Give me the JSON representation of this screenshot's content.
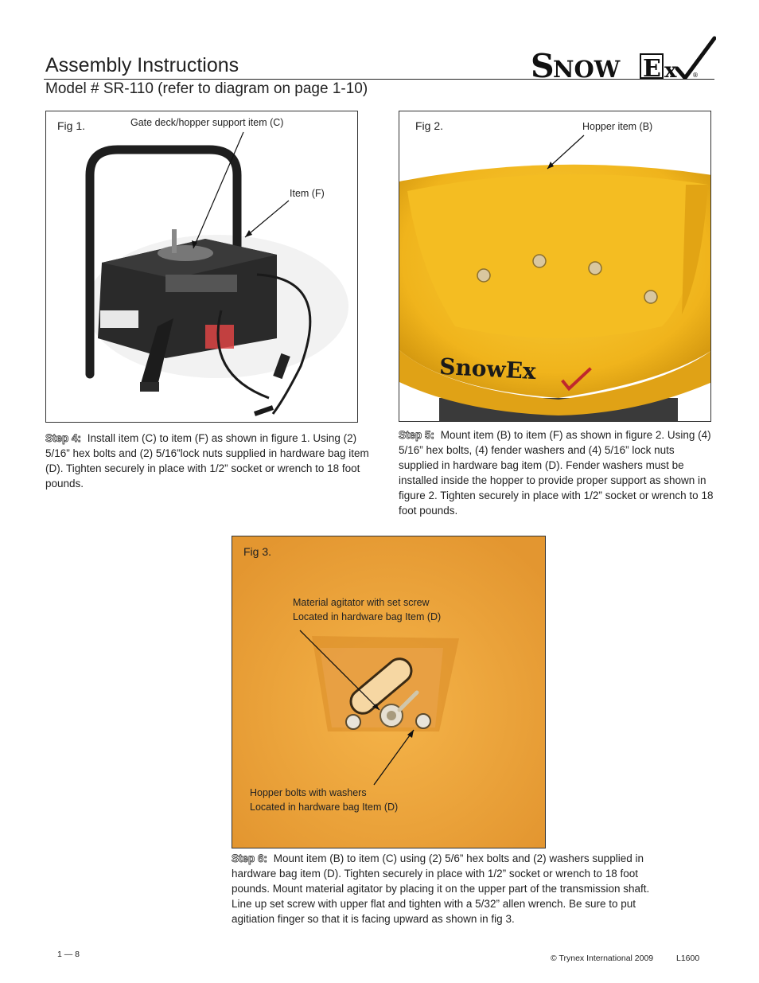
{
  "header": {
    "title": "Assembly Instructions",
    "subtitle": "Model # SR-110 (refer to diagram on page 1-10)",
    "logo_text": "SnowEx"
  },
  "fig1": {
    "label": "Fig 1.",
    "callout_top": "Gate deck/hopper support item (C)",
    "callout_right": "Item (F)"
  },
  "fig2": {
    "label": "Fig 2.",
    "callout": "Hopper item (B)",
    "brand_on_hopper": "SnowEx"
  },
  "fig3": {
    "label": "Fig 3.",
    "callout_top_line1": "Material agitator with set screw",
    "callout_top_line2": "Located in hardware bag Item (D)",
    "callout_bottom_line1": "Hopper bolts with washers",
    "callout_bottom_line2": "Located in hardware bag Item (D)"
  },
  "steps": {
    "step4_label": "Step 4:",
    "step4_text": "Install item (C) to item (F) as shown in figure 1.  Using (2) 5/16” hex bolts and (2) 5/16”lock nuts supplied in hardware bag item (D).  Tighten securely in place with 1/2” socket or wrench to 18 foot pounds.",
    "step5_label": "Step 5:",
    "step5_text": "Mount item (B) to item (F) as shown in figure 2.  Using (4) 5/16” hex bolts, (4) fender washers and (4) 5/16” lock nuts supplied in hardware bag item (D).  Fender washers must be installed inside the hopper to provide proper support as shown in figure 2.  Tighten securely in place with 1/2” socket or wrench to 18 foot pounds.",
    "step6_label": "Step 6:",
    "step6_text": "Mount item (B) to item (C) using (2) 5/6” hex bolts and (2) washers supplied in hardware bag item (D).  Tighten securely in place with 1/2” socket or wrench to 18 foot pounds.  Mount material agitator by placing it on the upper part of the transmission shaft.  Line up set screw with upper flat and tighten with a 5/32” allen wrench.  Be sure to put agitiation finger so that it is facing upward as shown in fig 3."
  },
  "footer": {
    "page_number": "1 — 8",
    "copyright": "© Trynex International 2009",
    "doc_code": "L1600"
  },
  "colors": {
    "hopper_yellow": "#f3b81f",
    "fig3_orange": "#eea23a",
    "frame_black": "#1e1e1e",
    "logo_red": "#c0282d"
  }
}
